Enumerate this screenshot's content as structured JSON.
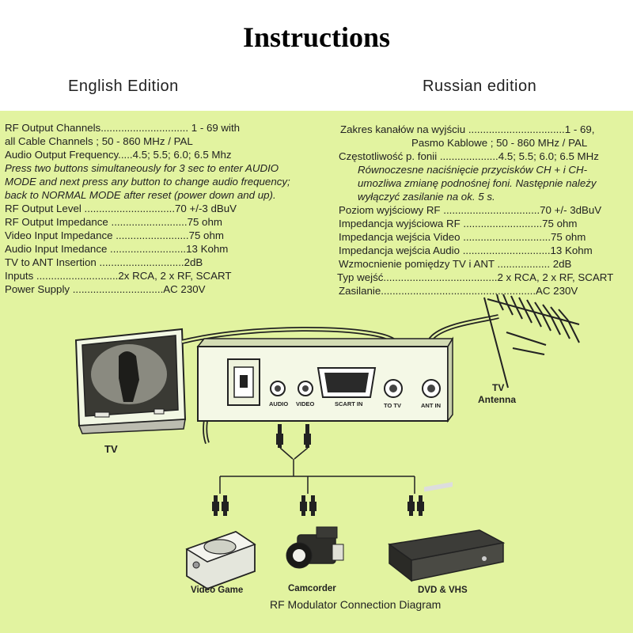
{
  "header": {
    "title": "Instructions",
    "english_edition": "English  Edition",
    "russian_edition": "Russian  edition"
  },
  "english_specs": [
    "RF Output Channels.............................. 1 - 69 with",
    "           all Cable Channels ; 50 - 860 MHz / PAL",
    "Audio Output Frequency.....4.5; 5.5; 6.0; 6.5 Mhz",
    "   Press two buttons simultaneously for 3 sec to enter AUDIO",
    "   MODE and next press any button to change audio frequency;",
    "   back to NORMAL MODE after reset (power down and up).",
    "RF Output Level ...............................70 +/-3 dBuV",
    "RF Output Impedance ..........................75 ohm",
    "Video Input Impedance .........................75 ohm",
    "Audio Input Imedance ..........................13 Kohm",
    "TV to ANT Insertion .............................2dB",
    "Inputs ............................2x RCA, 2 x RF, SCART",
    "Power Supply ...............................AC 230V"
  ],
  "russian_specs": [
    "Zakres kanałów na wyjściu  .................................1 - 69,",
    "Pasmo Kablowe ;  50 - 860 MHz / PAL",
    "Częstotliwość p. fonii ....................4.5; 5.5; 6.0; 6.5 MHz",
    "Równoczesne naciśnięcie przycisków CH + i CH-",
    "umozliwa zmianę podnośnej foni. Następnie należy",
    "wyłączyć zasilanie na ok. 5 s.",
    "Poziom wyjściowy RF .................................70 +/- 3dBuV",
    "Impedancja wyjściowa RF ...........................75 ohm",
    "Impedancja wejścia Video ..............................75 ohm",
    "Impedancja wejścia Audio ..............................13 Kohm",
    "Wzmocnienie pomiędzy TV i ANT ..................  2dB",
    "Typ wejść.......................................2 x RCA, 2 x RF, SCART",
    "Zasilanie.....................................................AC 230V"
  ],
  "diagram": {
    "tv_label": "TV",
    "antenna_label_1": "TV",
    "antenna_label_2": "Antenna",
    "port_audio": "AUDIO",
    "port_video": "VIDEO",
    "port_scart": "SCART IN",
    "port_to_tv": "TO TV",
    "port_ant_in": "ANT IN",
    "device_game": "Video Game",
    "device_camcorder": "Camcorder",
    "device_dvd": "DVD & VHS",
    "caption": "RF Modulator Connection Diagram"
  },
  "colors": {
    "sheet": "#e2f3a0",
    "ink": "#222222"
  }
}
